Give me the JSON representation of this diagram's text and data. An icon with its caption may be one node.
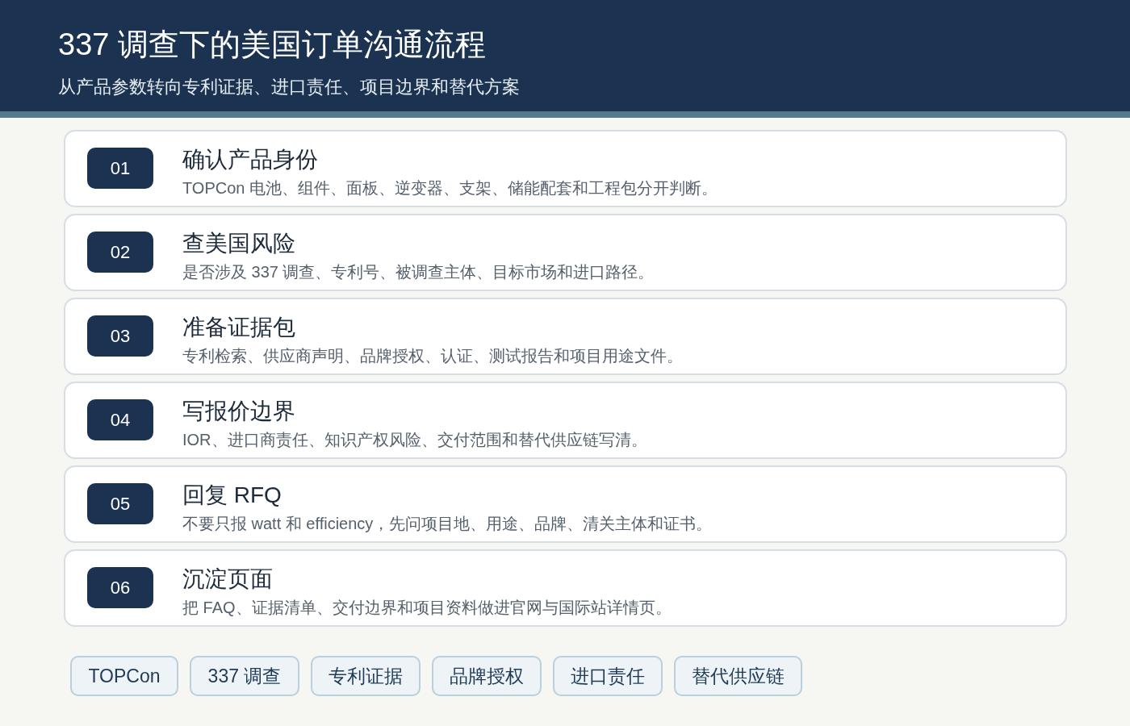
{
  "diagram": {
    "title": "337 调查下的美国订单沟通流程",
    "nodes": [
      {
        "text": [
          "确认产品身份",
          "TOPCon 电池、组件、面板、逆变器、支架、储能配套和工程包分开判断。"
        ]
      },
      {
        "text": [
          "01"
        ],
        "in": 0
      },
      {
        "text": [
          "查美国风险",
          "是否涉及 337 调查、专利号、被调查主体、目标市场和进口路径。"
        ]
      },
      {
        "text": [
          "02"
        ],
        "in": 2
      },
      {
        "text": [
          "准备证据包",
          "专利检索、供应商声明、品牌授权、认证、测试报告和项目用途文件。"
        ]
      },
      {
        "text": [
          "03"
        ],
        "in": 4
      },
      {
        "text": [
          "写报价边界",
          "IOR、进口商责任、知识产权风险、交付范围和替代供应链写清。"
        ]
      },
      {
        "text": [
          "04"
        ],
        "in": 6
      },
      {
        "text": [
          "回复 RFQ",
          "不要只报 watt 和 efficiency，先问项目地、用途、品牌、清关主体和证书。"
        ]
      },
      {
        "text": [
          "05"
        ],
        "in": 8
      },
      {
        "text": [
          "沉淀页面",
          "把 FAQ、证据清单、交付边界和项目资料做进官网与国际站详情页。"
        ]
      },
      {
        "text": [
          "06"
        ],
        "in": 10
      },
      {
        "text": [
          "TOPCon"
        ]
      },
      {
        "text": [
          "337 调查"
        ]
      },
      {
        "text": [
          "专利证据"
        ]
      },
      {
        "text": [
          "品牌授权"
        ]
      },
      {
        "text": [
          "进口责任"
        ]
      },
      {
        "text": [
          "替代供应链"
        ]
      }
    ],
    "labels": [
      "从产品参数转向专利证据、进口责任、项目边界和替代方案"
    ]
  }
}
